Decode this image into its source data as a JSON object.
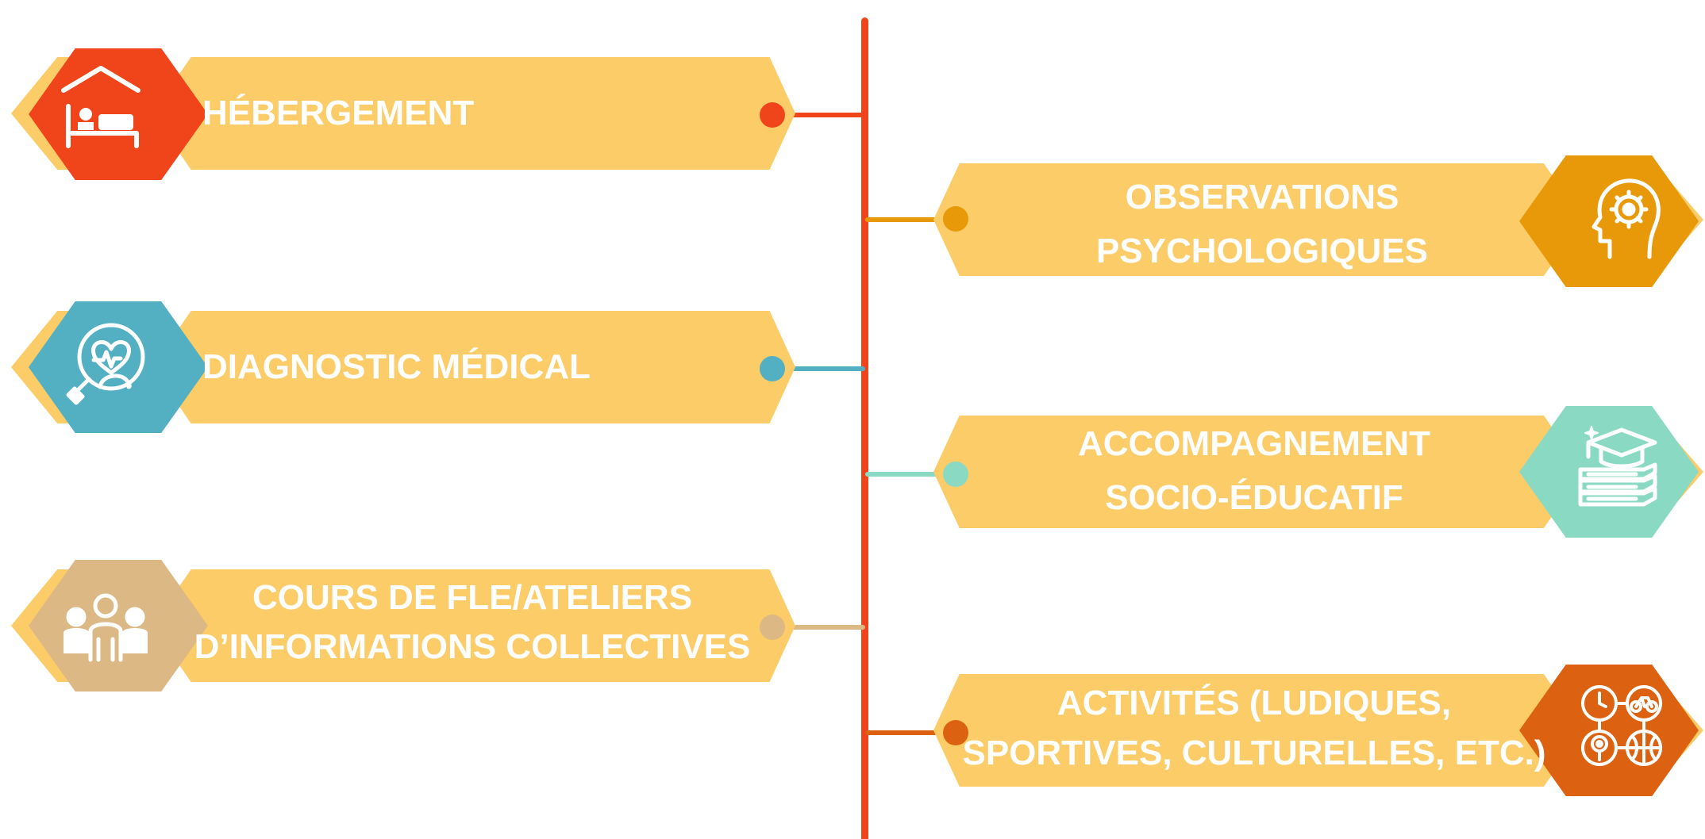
{
  "colors": {
    "spine": "#f0441a",
    "card": "#fccc68",
    "label_text": "#ffffff"
  },
  "items": [
    {
      "label_lines": [
        "HÉBERGEMENT"
      ],
      "icon": "bed-house-icon",
      "accent": "#f0441a",
      "side": "left"
    },
    {
      "label_lines": [
        "OBSERVATIONS",
        "PSYCHOLOGIQUES"
      ],
      "icon": "head-gear-icon",
      "accent": "#e8990a",
      "side": "right"
    },
    {
      "label_lines": [
        "DIAGNOSTIC MÉDICAL"
      ],
      "icon": "heart-magnifier-icon",
      "accent": "#52b0c2",
      "side": "left"
    },
    {
      "label_lines": [
        "ACCOMPAGNEMENT",
        "SOCIO-ÉDUCATIF"
      ],
      "icon": "graduation-books-icon",
      "accent": "#8ad9c3",
      "side": "right"
    },
    {
      "label_lines": [
        "COURS DE FLE/ATELIERS",
        "D’INFORMATIONS COLLECTIVES"
      ],
      "icon": "group-people-icon",
      "accent": "#dcb885",
      "side": "left"
    },
    {
      "label_lines": [
        "ACTIVITÉS (LUDIQUES,",
        "SPORTIVES, CULTURELLES, ETC.)"
      ],
      "icon": "activities-icon",
      "accent": "#dc6212",
      "side": "right"
    }
  ]
}
